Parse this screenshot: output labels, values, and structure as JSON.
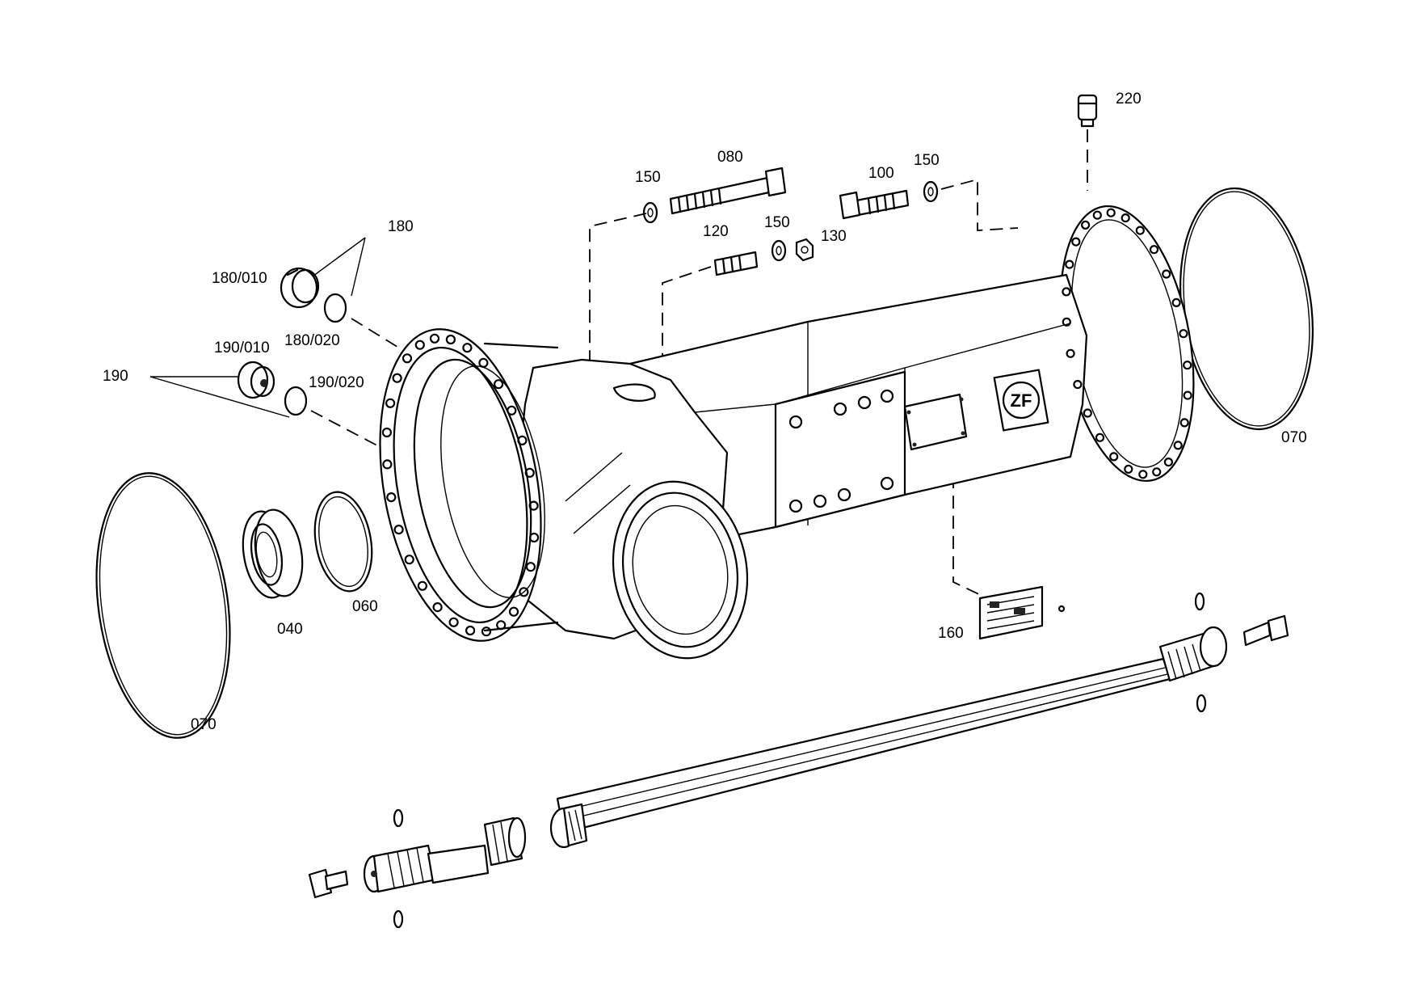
{
  "labels": {
    "p220": "220",
    "p080": "080",
    "p150_top_left": "150",
    "p100": "100",
    "p150_top_right": "150",
    "p120": "120",
    "p150_mid": "150",
    "p130": "130",
    "p180": "180",
    "p180_010": "180/010",
    "p180_020": "180/020",
    "p190": "190",
    "p190_010": "190/010",
    "p190_020": "190/020",
    "p070_right": "070",
    "p070_left": "070",
    "p040": "040",
    "p060": "060",
    "p160": "160"
  },
  "logo_text": "ZF"
}
